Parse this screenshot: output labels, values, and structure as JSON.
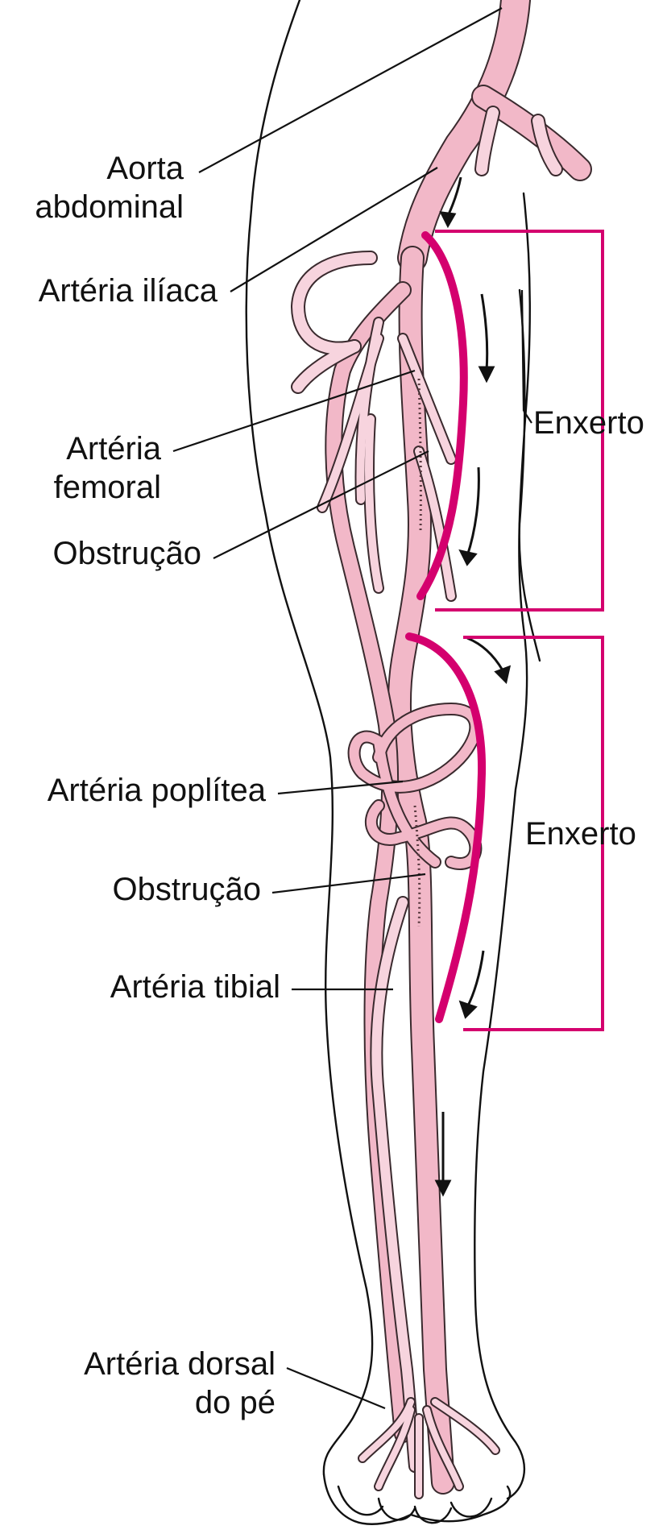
{
  "labels": {
    "aorta_line1": "Aorta",
    "aorta_line2": "abdominal",
    "iliac": "Artéria ilíaca",
    "femoral_line1": "Artéria",
    "femoral_line2": "femoral",
    "obstruction_upper": "Obstrução",
    "popliteal": "Artéria poplítea",
    "obstruction_lower": "Obstrução",
    "tibial": "Artéria tibial",
    "dorsalis_line1": "Artéria dorsal",
    "dorsalis_line2": "do pé",
    "graft_upper": "Enxerto",
    "graft_lower": "Enxerto"
  },
  "colors": {
    "artery_fill": "#f2b8c8",
    "artery_light": "#f7d4de",
    "graft": "#d4006e",
    "bracket": "#d4006e",
    "outline": "#111111"
  }
}
